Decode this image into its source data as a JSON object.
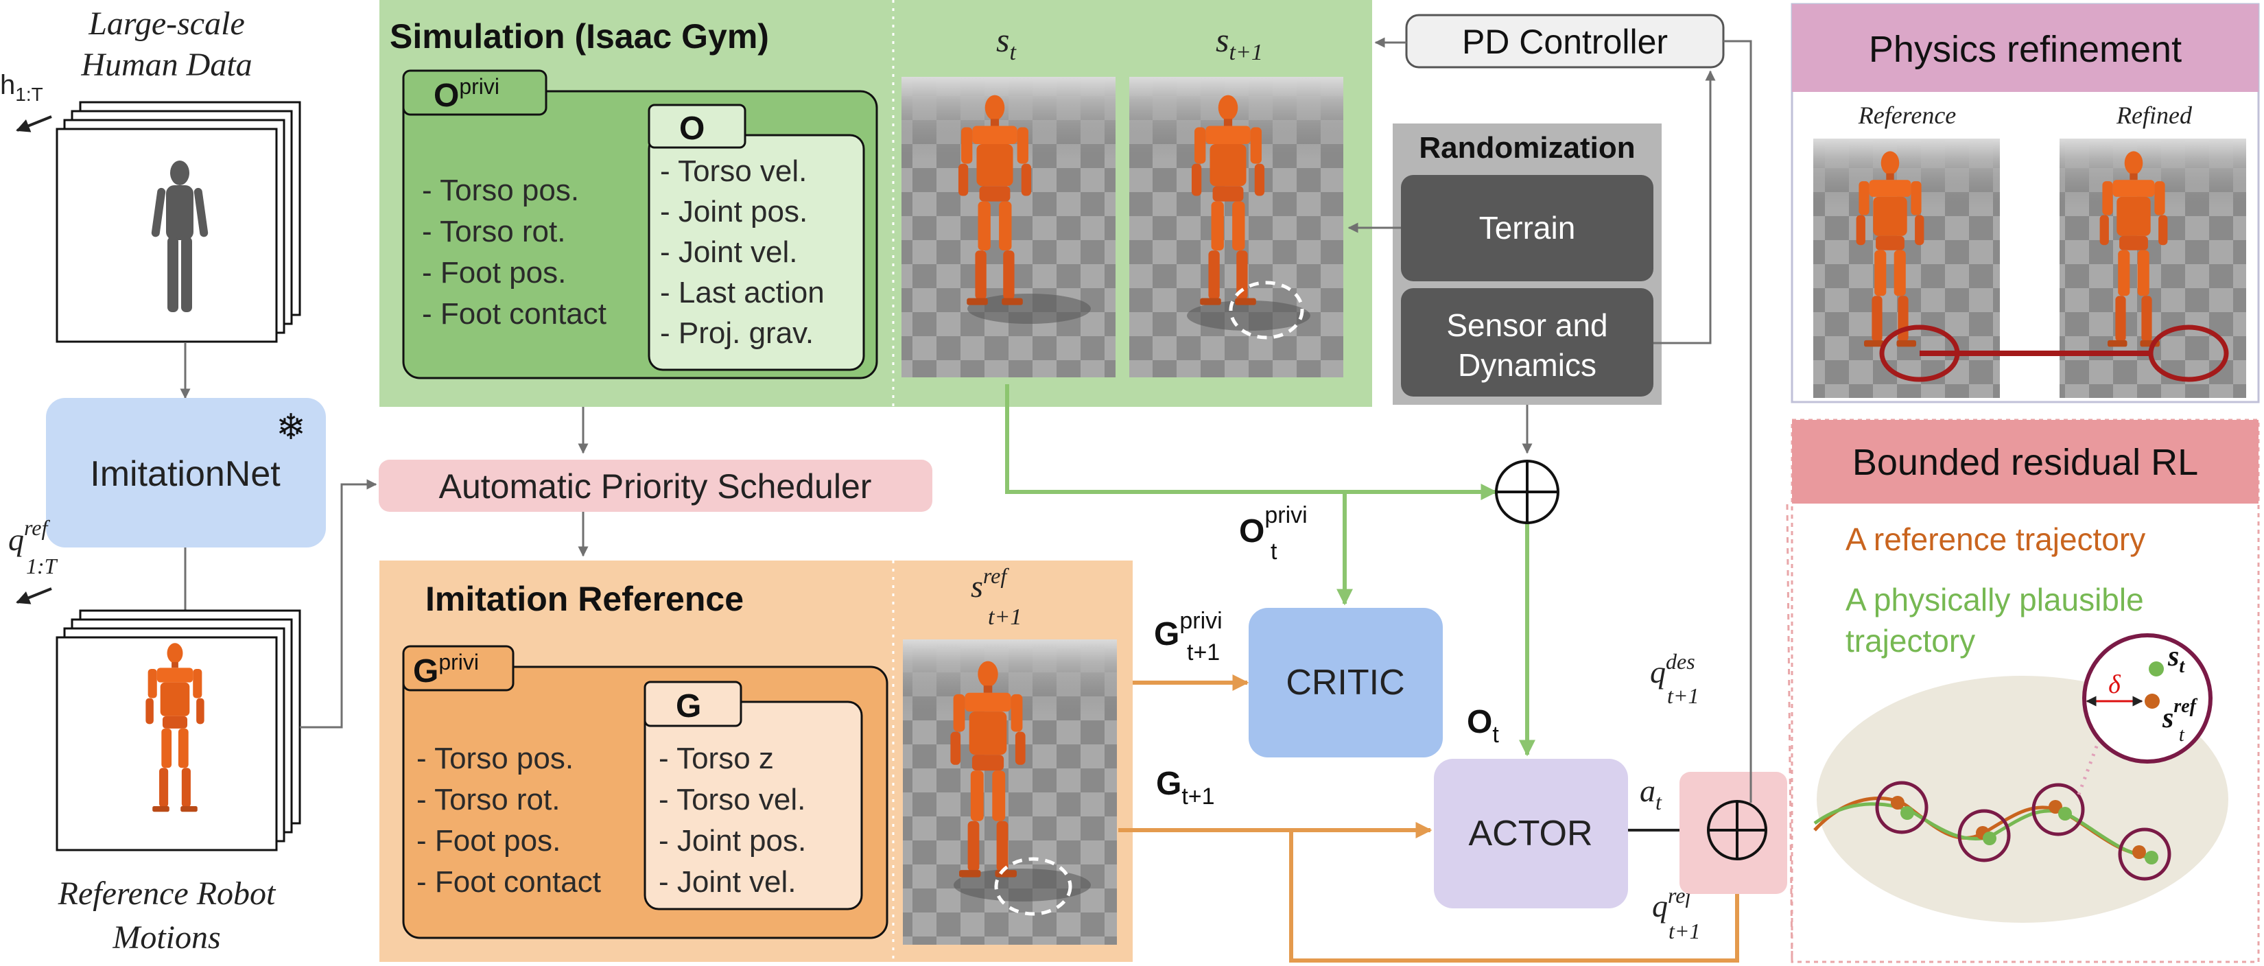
{
  "left": {
    "human_data_title": [
      "Large-scale",
      "Human Data"
    ],
    "h_label": "h",
    "h_sub": "1:T",
    "imitationnet_label": "ImitationNet",
    "snowflake": "❄",
    "q_ref_label": "q",
    "q_ref_sup": "ref",
    "q_ref_sub": "1:T",
    "robot_motions_title": [
      "Reference Robot",
      "Motions"
    ]
  },
  "simulation": {
    "title": "Simulation (Isaac Gym)",
    "o_privi_label": "O",
    "o_privi_sup": "privi",
    "o_privi_items": [
      "- Torso pos.",
      "- Torso rot.",
      "- Foot pos.",
      "- Foot contact"
    ],
    "o_label": "O",
    "o_items": [
      "- Torso vel.",
      "- Joint pos.",
      "- Joint vel.",
      "- Last action",
      "- Proj. grav."
    ],
    "s_t": "s",
    "s_t_sub": "t",
    "s_t1": "s",
    "s_t1_sub": "t+1"
  },
  "pd_controller": "PD Controller",
  "randomization": {
    "title": "Randomization",
    "terrain": "Terrain",
    "sensor": [
      "Sensor and",
      "Dynamics"
    ]
  },
  "scheduler": "Automatic Priority Scheduler",
  "imitation": {
    "title": "Imitation Reference",
    "g_privi_label": "G",
    "g_privi_sup": "privi",
    "g_privi_items": [
      "- Torso pos.",
      "- Torso rot.",
      "- Foot pos.",
      "- Foot contact"
    ],
    "g_label": "G",
    "g_items": [
      "- Torso z",
      "- Torso vel.",
      "- Joint pos.",
      "- Joint vel."
    ],
    "s_ref": "s",
    "s_ref_sup": "ref",
    "s_ref_sub": "t+1"
  },
  "network": {
    "critic": "CRITIC",
    "actor": "ACTOR",
    "o_t_privi": "O",
    "o_t_privi_sup": "privi",
    "o_t_privi_sub": "t",
    "g_privi_t1": "G",
    "g_privi_t1_sup": "privi",
    "g_privi_t1_sub": "t+1",
    "o_t": "O",
    "o_t_sub": "t",
    "g_t1": "G",
    "g_t1_sub": "t+1",
    "a_t": "a",
    "a_t_sub": "t",
    "q_des": "q",
    "q_des_sup": "des",
    "q_des_sub": "t+1",
    "q_ref": "q",
    "q_ref_sup": "ref",
    "q_ref_sub": "t+1"
  },
  "physics": {
    "title": "Physics refinement",
    "reference": "Reference",
    "refined": "Refined"
  },
  "residual": {
    "title": "Bounded residual  RL",
    "ref_traj": "A reference trajectory",
    "plausible": [
      "A physically plausible",
      "trajectory"
    ],
    "delta": "δ",
    "s_t": "s",
    "s_t_sub": "t",
    "s_ref": "s",
    "s_ref_sup": "ref",
    "s_ref_sub": "t"
  },
  "colors": {
    "sim_bg": "#b7dba6",
    "sim_box": "#8fc579",
    "imit_bg": "#f8cfa5",
    "imit_box": "#f2ae6c",
    "critic": "#a4c2ef",
    "actor": "#d9d1ee",
    "scheduler": "#f5cccf",
    "imitationnet": "#c6daf6",
    "randomization": "#b6b6b6",
    "dark_box": "#585858",
    "green_arrow": "#8cc56f",
    "orange_arrow": "#e49a4d",
    "physics_header": "#dba7c8",
    "residual_header": "#e9999d",
    "ref_traj_color": "#c9641e",
    "plausible_color": "#76b852"
  }
}
